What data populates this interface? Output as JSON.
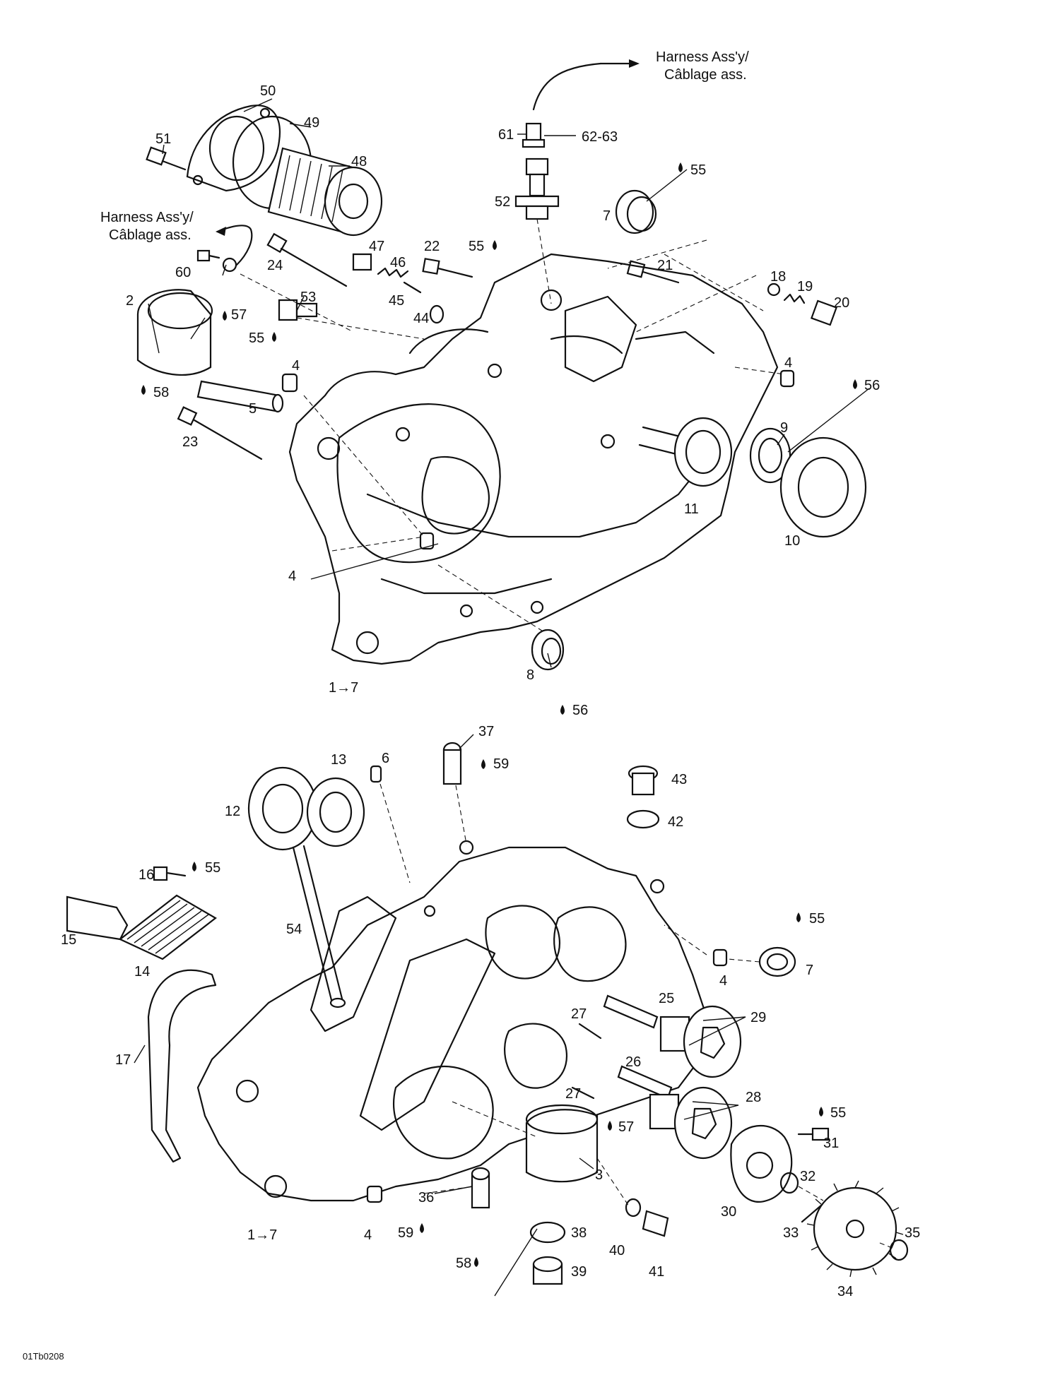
{
  "figure_code": "01Tb0208",
  "harness_notes": [
    {
      "line1": "Harness Ass'y/",
      "line2": "Câblage ass."
    },
    {
      "line1": "Harness Ass'y/",
      "line2": "Câblage ass."
    }
  ],
  "range_labels": [
    "1→7",
    "1→7"
  ],
  "callouts": {
    "50": "50",
    "49": "49",
    "51": "51",
    "48": "48",
    "61": "61",
    "62_63": "62-63",
    "55a": "55",
    "52": "52",
    "7a": "7",
    "55b": "55",
    "22": "22",
    "47": "47",
    "46": "46",
    "24": "24",
    "21": "21",
    "18": "18",
    "19": "19",
    "20": "20",
    "60": "60",
    "53": "53",
    "2": "2",
    "57a": "57",
    "55c": "55",
    "45": "45",
    "44": "44",
    "4a": "4",
    "4b": "4",
    "56a": "56",
    "58a": "58",
    "5": "5",
    "9": "9",
    "23": "23",
    "11": "11",
    "10": "10",
    "4c": "4",
    "8": "8",
    "56b": "56",
    "37": "37",
    "13": "13",
    "6": "6",
    "59a": "59",
    "43": "43",
    "12": "12",
    "42": "42",
    "16": "16",
    "55d": "55",
    "55e": "55",
    "15": "15",
    "54": "54",
    "14": "14",
    "4d": "4",
    "7b": "7",
    "25": "25",
    "27a": "27",
    "29": "29",
    "17": "17",
    "26": "26",
    "27b": "27",
    "28": "28",
    "57b": "57",
    "55f": "55",
    "31": "31",
    "3": "3",
    "32": "32",
    "36": "36",
    "30": "30",
    "4e": "4",
    "33": "33",
    "35": "35",
    "38": "38",
    "59b": "59",
    "40": "40",
    "58b": "58",
    "39": "39",
    "41": "41",
    "34": "34"
  }
}
